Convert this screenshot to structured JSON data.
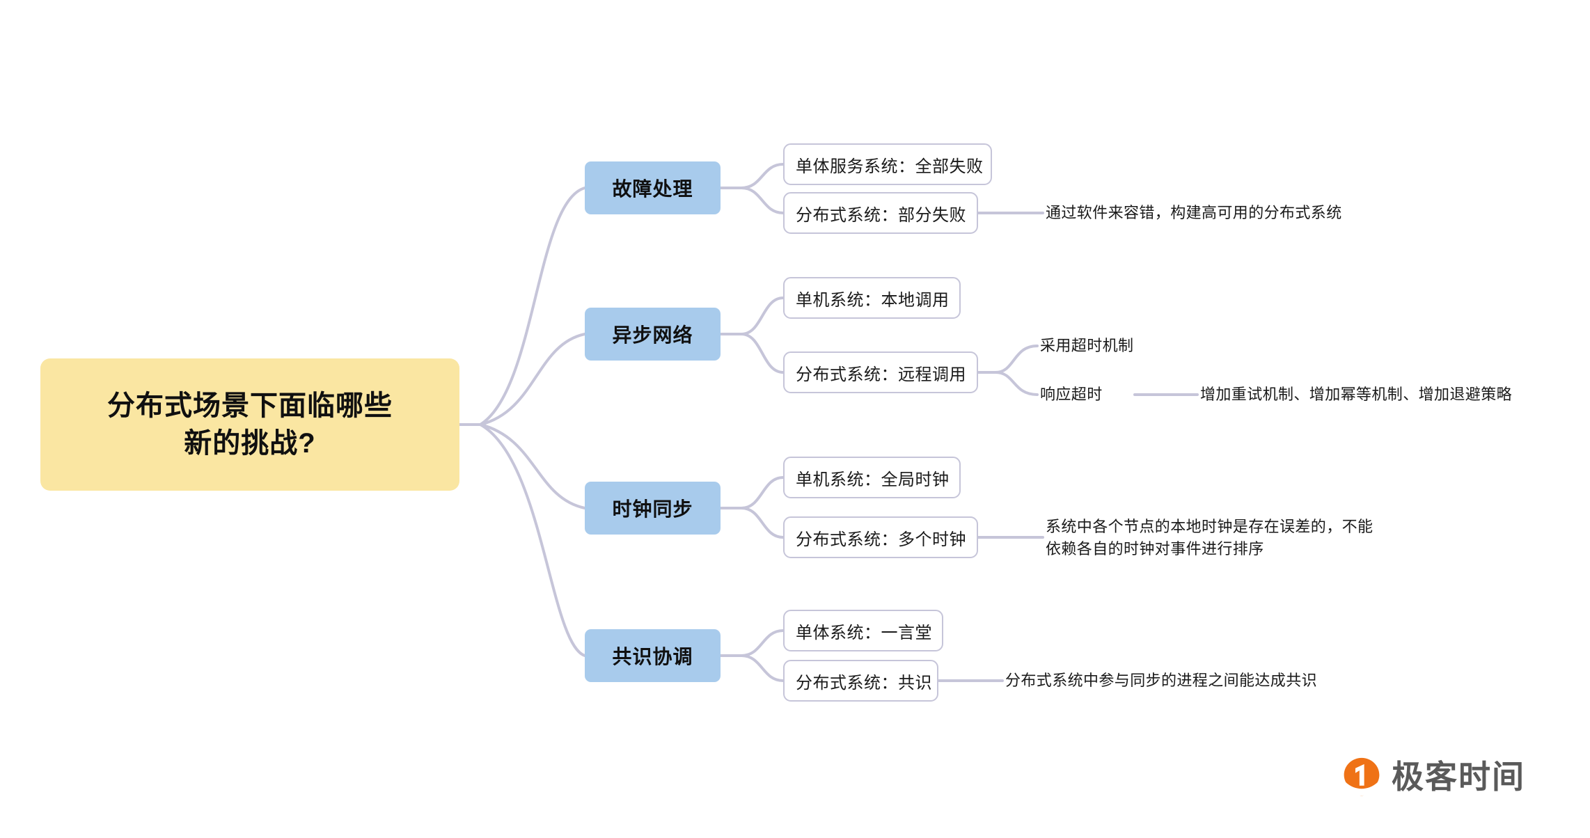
{
  "meta": {
    "title": "分布式场景下面临哪些新的挑战？",
    "diagram_type": "mindmap",
    "background": "#ffffff"
  },
  "colors": {
    "root_fill": "#fae6a2",
    "branch_fill": "#a8cbec",
    "child_border": "#c6c5d9",
    "child_fill": "#ffffff",
    "connector": "#c6c5d9",
    "text": "#1a1a1a",
    "logo_orange": "#ef7216",
    "logo_gray": "#5a5a5a"
  },
  "root": {
    "label": "分布式场景下面临哪些\n新的挑战?"
  },
  "branches": [
    {
      "id": "fault-handling",
      "label": "故障处理",
      "children": [
        {
          "id": "monolith-all-fail",
          "label": "单体服务系统：全部失败",
          "leaves": []
        },
        {
          "id": "distributed-partial-fail",
          "label": "分布式系统：部分失败",
          "leaves": [
            {
              "id": "fault-tolerance-note",
              "label": "通过软件来容错，构建高可用的分布式系统",
              "sub": []
            }
          ]
        }
      ]
    },
    {
      "id": "async-network",
      "label": "异步网络",
      "children": [
        {
          "id": "single-local-call",
          "label": "单机系统：本地调用",
          "leaves": []
        },
        {
          "id": "distributed-remote-call",
          "label": "分布式系统：远程调用",
          "leaves": [
            {
              "id": "timeout-mechanism",
              "label": "采用超时机制",
              "sub": []
            },
            {
              "id": "response-timeout",
              "label": "响应超时",
              "sub": [
                {
                  "id": "retry-idempotent-backoff",
                  "label": "增加重试机制、增加幂等机制、增加退避策略"
                }
              ]
            }
          ]
        }
      ]
    },
    {
      "id": "clock-sync",
      "label": "时钟同步",
      "children": [
        {
          "id": "single-global-clock",
          "label": "单机系统：全局时钟",
          "leaves": []
        },
        {
          "id": "distributed-multi-clock",
          "label": "分布式系统：多个时钟",
          "leaves": [
            {
              "id": "clock-drift-note",
              "label": "系统中各个节点的本地时钟是存在误差的，不能\n依赖各自的时钟对事件进行排序",
              "sub": []
            }
          ]
        }
      ]
    },
    {
      "id": "consensus-coordination",
      "label": "共识协调",
      "children": [
        {
          "id": "monolith-single-voice",
          "label": "单体系统：一言堂",
          "leaves": []
        },
        {
          "id": "distributed-consensus",
          "label": "分布式系统：共识",
          "leaves": [
            {
              "id": "consensus-note",
              "label": "分布式系统中参与同步的进程之间能达成共识",
              "sub": []
            }
          ]
        }
      ]
    }
  ],
  "logo": {
    "wordmark": "极客时间",
    "icon": "geektime-pin-logo"
  }
}
